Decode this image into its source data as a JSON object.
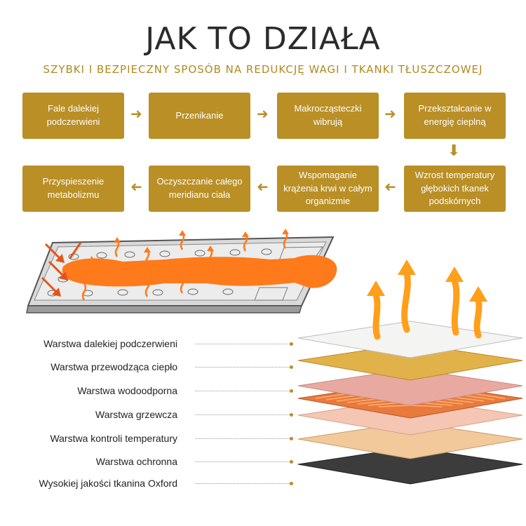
{
  "header": {
    "title": "JAK TO DZIAŁA",
    "subtitle": "SZYBKI I BEZPIECZNY SPOSÓB NA REDUKCJĘ WAGI I TKANKI TŁUSZCZOWEJ"
  },
  "flow": {
    "row1": [
      "Fale dalekiej podczerwieni",
      "Przenikanie",
      "Makrocząsteczki wibrują",
      "Przekształcanie w energię cieplną"
    ],
    "row2": [
      "Przyspieszenie metabolizmu",
      "Oczyszczanie całego meridianu ciała",
      "Wspomaganie krążenia krwi w całym organizmie",
      "Wzrost temperatury głębokich tkanek podskórnych"
    ]
  },
  "layers": [
    "Warstwa dalekiej podczerwieni",
    "Warstwa przewodząca ciepło",
    "Warstwa wodoodporna",
    "Warstwa grzewcza",
    "Warstwa kontroli temperatury",
    "Warstwa ochronna",
    "Wysokiej jakości tkanina Oxford"
  ],
  "colors": {
    "accent": "#b98f26",
    "heat": "#ff7a1a",
    "title": "#2b2b2b"
  }
}
